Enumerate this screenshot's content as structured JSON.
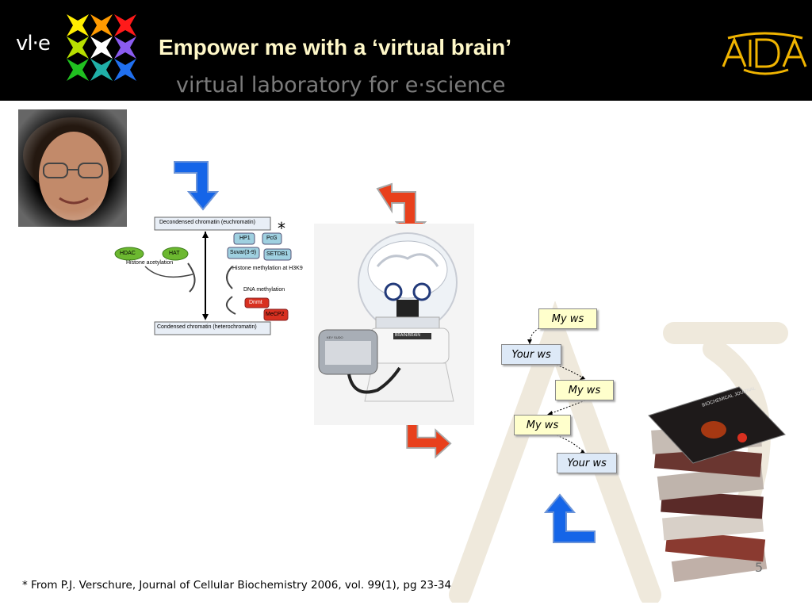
{
  "header": {
    "logo_text": "vl·e",
    "title": "Empower me with a ‘virtual brain’",
    "subtitle": "virtual laboratory for e·science",
    "brand_logo_text": "AIDA"
  },
  "colors": {
    "header_bg": "#000000",
    "title": "#fff8c8",
    "blue_arrow": "#1565e8",
    "red_arrow": "#e8401c",
    "ws_yellow": "#ffffcc",
    "ws_blue": "#dde9f7"
  },
  "icons": {
    "blue_arrow": "arrow-down-blue-icon",
    "red_arrow": "arrow-down-red-icon",
    "stars": "vle-star-logo-icon"
  },
  "diagram": {
    "top_box": "Decondensed chromatin (euchromatin)",
    "bottom_box": "Condensed chromatin (heterochromatin)",
    "labels": [
      "HP1",
      "PcG",
      "Suvar(3-9)",
      "SETDB1",
      "HDAC",
      "HAT",
      "Histone acetylation",
      "Histone methylation at H3K9",
      "DNA methylation",
      "Dnmt",
      "MeCP2"
    ],
    "asterisk": "*"
  },
  "robot": {
    "brand_text": "BRAIN/BRAIN",
    "key_text": "KEY SUDO"
  },
  "journal": {
    "cover_text": "BIOCHEMICAL JOURNAL"
  },
  "workflow": {
    "nodes": [
      "My ws",
      "Your ws",
      "My ws",
      "My ws",
      "Your ws"
    ]
  },
  "footer": {
    "page_number": "5",
    "footnote": "* From P.J. Verschure, Journal of Cellular Biochemistry 2006, vol. 99(1), pg 23-34"
  }
}
